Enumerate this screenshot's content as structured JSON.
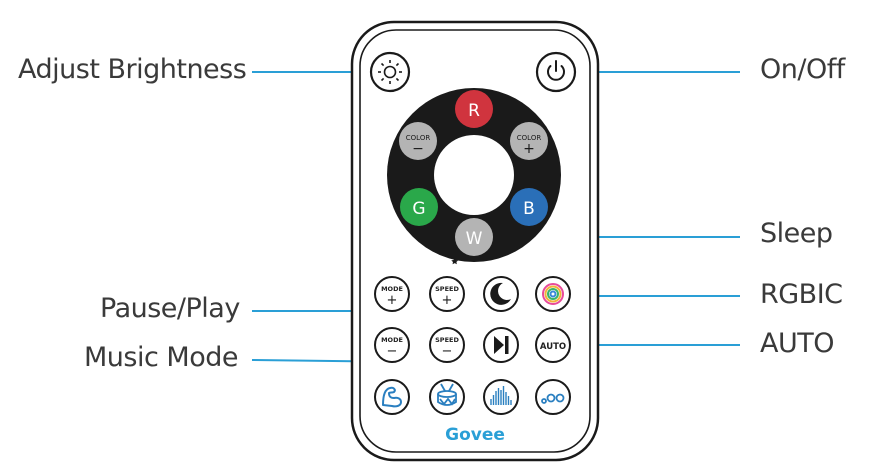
{
  "callouts": {
    "adjust_brightness": "Adjust Brightness",
    "on_off": "On/Off",
    "sleep": "Sleep",
    "rgbic": "RGBIC",
    "pause_play": "Pause/Play",
    "auto": "AUTO",
    "music_mode": "Music Mode"
  },
  "remote": {
    "color_buttons": {
      "r": "R",
      "g": "G",
      "b": "B",
      "w": "W",
      "color_minus_word": "COLOR",
      "color_minus_sign": "−",
      "color_plus_word": "COLOR",
      "color_plus_sign": "+"
    },
    "row1": {
      "mode_word": "MODE",
      "mode_sign": "+",
      "speed_word": "SPEED",
      "speed_sign": "+"
    },
    "row2": {
      "mode_word": "MODE",
      "mode_sign": "−",
      "speed_word": "SPEED",
      "speed_sign": "−",
      "auto": "AUTO"
    },
    "brand": "Govee"
  },
  "colors": {
    "red": "#d0343e",
    "green": "#2aa84a",
    "blue": "#2a6fb8",
    "grey": "#b4b4b4",
    "ring": "#1a1a1a",
    "accent_line": "#2a9fd6",
    "brand": "#2a9fd6"
  }
}
